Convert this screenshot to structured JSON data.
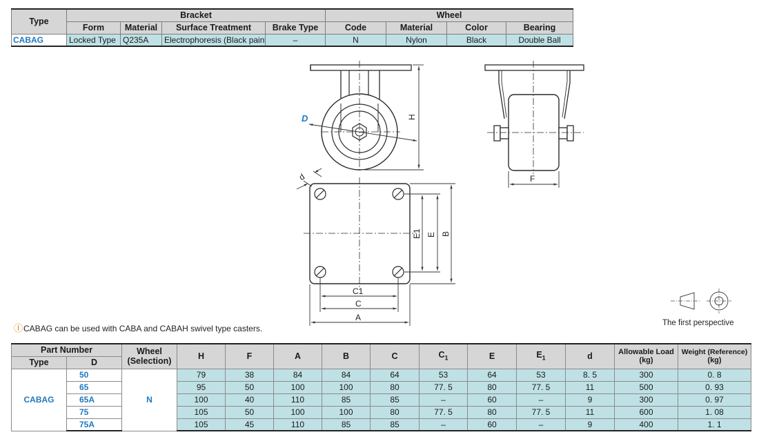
{
  "spec_table": {
    "headers": {
      "type": "Type",
      "bracket": "Bracket",
      "wheel": "Wheel",
      "form": "Form",
      "material": "Material",
      "surface_treatment": "Surface Treatment",
      "brake_type": "Brake Type",
      "code": "Code",
      "wheel_material": "Material",
      "color": "Color",
      "bearing": "Bearing"
    },
    "row": {
      "type": "CABAG",
      "form": "Locked Type",
      "material": "Q235A",
      "surface_treatment": "Electrophoresis (Black paint)",
      "brake_type": "–",
      "code": "N",
      "wheel_material": "Nylon",
      "color": "Black",
      "bearing": "Double Ball"
    }
  },
  "drawing_labels": {
    "D": "D",
    "H": "H",
    "F": "F",
    "d": "d",
    "E1": "E1",
    "E": "E",
    "B": "B",
    "C1": "C1",
    "C": "C",
    "A": "A"
  },
  "note": {
    "icon": "Ⓘ",
    "text": "CABAG can be used with CABA and CABAH swivel type casters."
  },
  "perspective_label": "The first perspective",
  "dim_table": {
    "headers": {
      "part_number": "Part Number",
      "type": "Type",
      "d_col": "D",
      "wheel": "Wheel",
      "selection": "(Selection)",
      "H": "H",
      "F": "F",
      "A": "A",
      "B": "B",
      "C": "C",
      "C1": "C",
      "C1_sub": "1",
      "E": "E",
      "E1": "E",
      "E1_sub": "1",
      "d": "d",
      "allowable_load": "Allowable Load",
      "allowable_load_unit": "(kg)",
      "weight": "Weight (Reference)",
      "weight_unit": "(kg)"
    },
    "type": "CABAG",
    "wheel": "N",
    "rows": [
      {
        "D": "50",
        "H": "79",
        "F": "38",
        "A": "84",
        "B": "84",
        "C": "64",
        "C1": "53",
        "E": "64",
        "E1": "53",
        "d": "8. 5",
        "load": "300",
        "weight": "0. 8"
      },
      {
        "D": "65",
        "H": "95",
        "F": "50",
        "A": "100",
        "B": "100",
        "C": "80",
        "C1": "77. 5",
        "E": "80",
        "E1": "77. 5",
        "d": "11",
        "load": "500",
        "weight": "0. 93"
      },
      {
        "D": "65A",
        "H": "100",
        "F": "40",
        "A": "110",
        "B": "85",
        "C": "85",
        "C1": "–",
        "E": "60",
        "E1": "–",
        "d": "9",
        "load": "300",
        "weight": "0. 97"
      },
      {
        "D": "75",
        "H": "105",
        "F": "50",
        "A": "100",
        "B": "100",
        "C": "80",
        "C1": "77. 5",
        "E": "80",
        "E1": "77. 5",
        "d": "11",
        "load": "600",
        "weight": "1. 08"
      },
      {
        "D": "75A",
        "H": "105",
        "F": "45",
        "A": "110",
        "B": "85",
        "C": "85",
        "C1": "–",
        "E": "60",
        "E1": "–",
        "d": "9",
        "load": "400",
        "weight": "1. 1"
      }
    ]
  }
}
